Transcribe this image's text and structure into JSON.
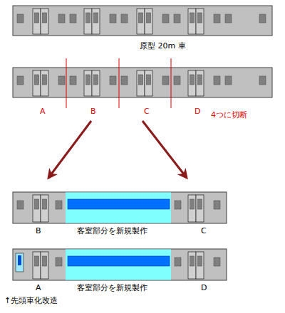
{
  "diagram": {
    "labels": [
      "原型 20m 車",
      "A",
      "B",
      "C",
      "D",
      "4つに切断",
      "B",
      "客室部分を新規製作",
      "C",
      "A",
      "客室部分を新規製作",
      "D",
      "↑先頭車化改造"
    ]
  }
}
